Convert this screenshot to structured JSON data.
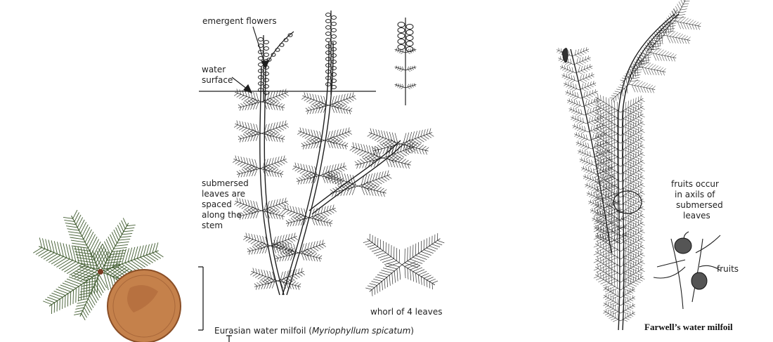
{
  "labels": {
    "emergent_flowers": "emergent flowers",
    "water": "water",
    "surface": "surface",
    "submersed_1": "submersed",
    "submersed_2": "leaves are",
    "submersed_3": "spaced",
    "submersed_4": "along the",
    "submersed_5": "stem",
    "whorl": "whorl of 4 leaves",
    "eurasian_prefix": "Eurasian water milfoil (",
    "eurasian_italic": "Myriophyllum spicatum",
    "eurasian_suffix": ")",
    "fruits_1": "fruits occur",
    "fruits_2": "in axils of",
    "fruits_3": "submersed",
    "fruits_4": "leaves",
    "fruits": "fruits",
    "farwell": "Farwell’s water milfoil"
  },
  "colors": {
    "leaf_photo": "#3f5a2e",
    "coin": "#c5814b",
    "coin_edge": "#8a4e26",
    "ink": "#1e1e1e"
  }
}
